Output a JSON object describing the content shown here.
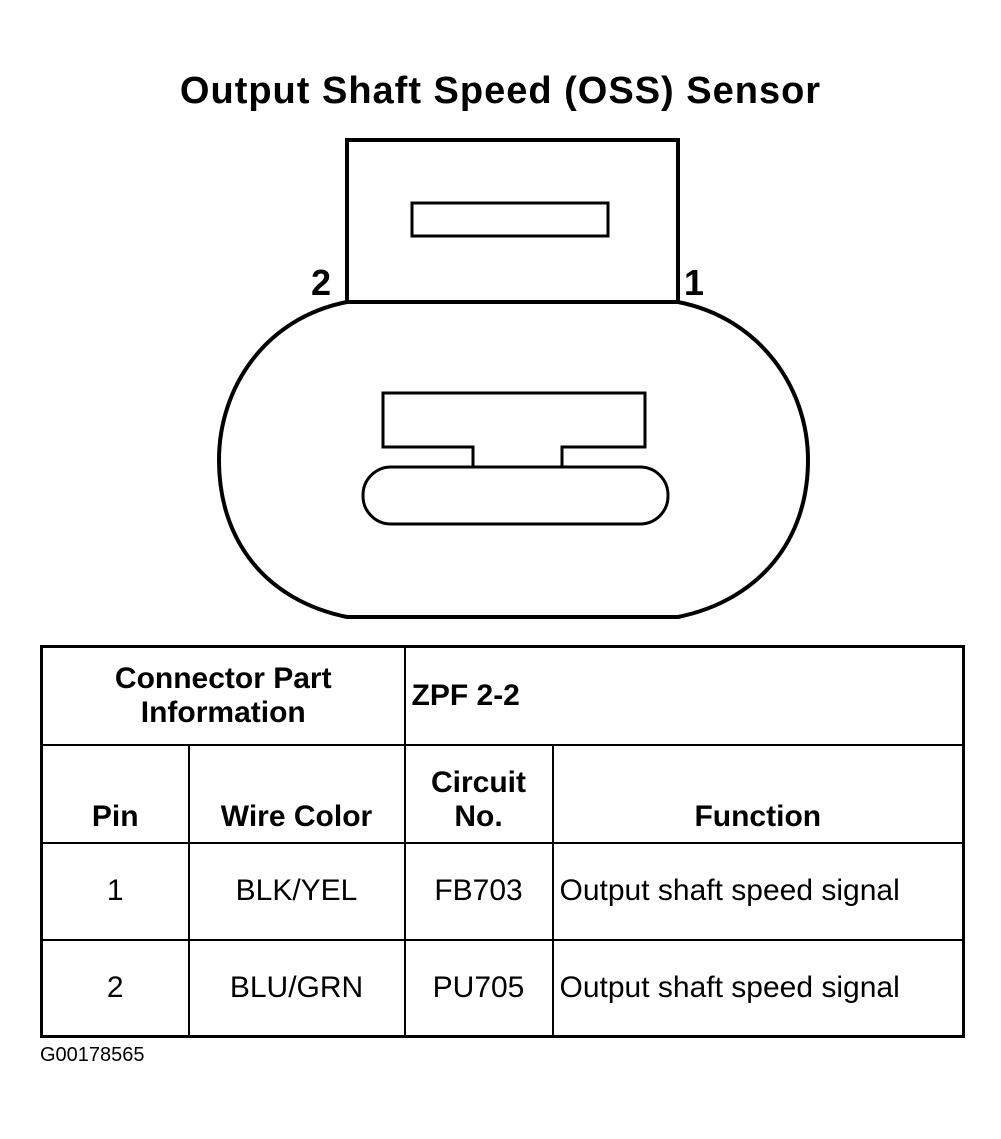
{
  "title": "Output Shaft Speed (OSS) Sensor",
  "pin_labels": {
    "left": "2",
    "right": "1"
  },
  "table": {
    "part_info_label": "Connector Part Information",
    "part_info_value": "ZPF 2-2",
    "headers": {
      "pin": "Pin",
      "wire_color": "Wire Color",
      "circuit_no": "Circuit No.",
      "function": "Function"
    },
    "rows": [
      {
        "pin": "1",
        "wire_color": "BLK/YEL",
        "circuit_no": "FB703",
        "function": "Output shaft speed signal"
      },
      {
        "pin": "2",
        "wire_color": "BLU/GRN",
        "circuit_no": "PU705",
        "function": "Output shaft speed signal"
      }
    ]
  },
  "footnote": "G00178565"
}
